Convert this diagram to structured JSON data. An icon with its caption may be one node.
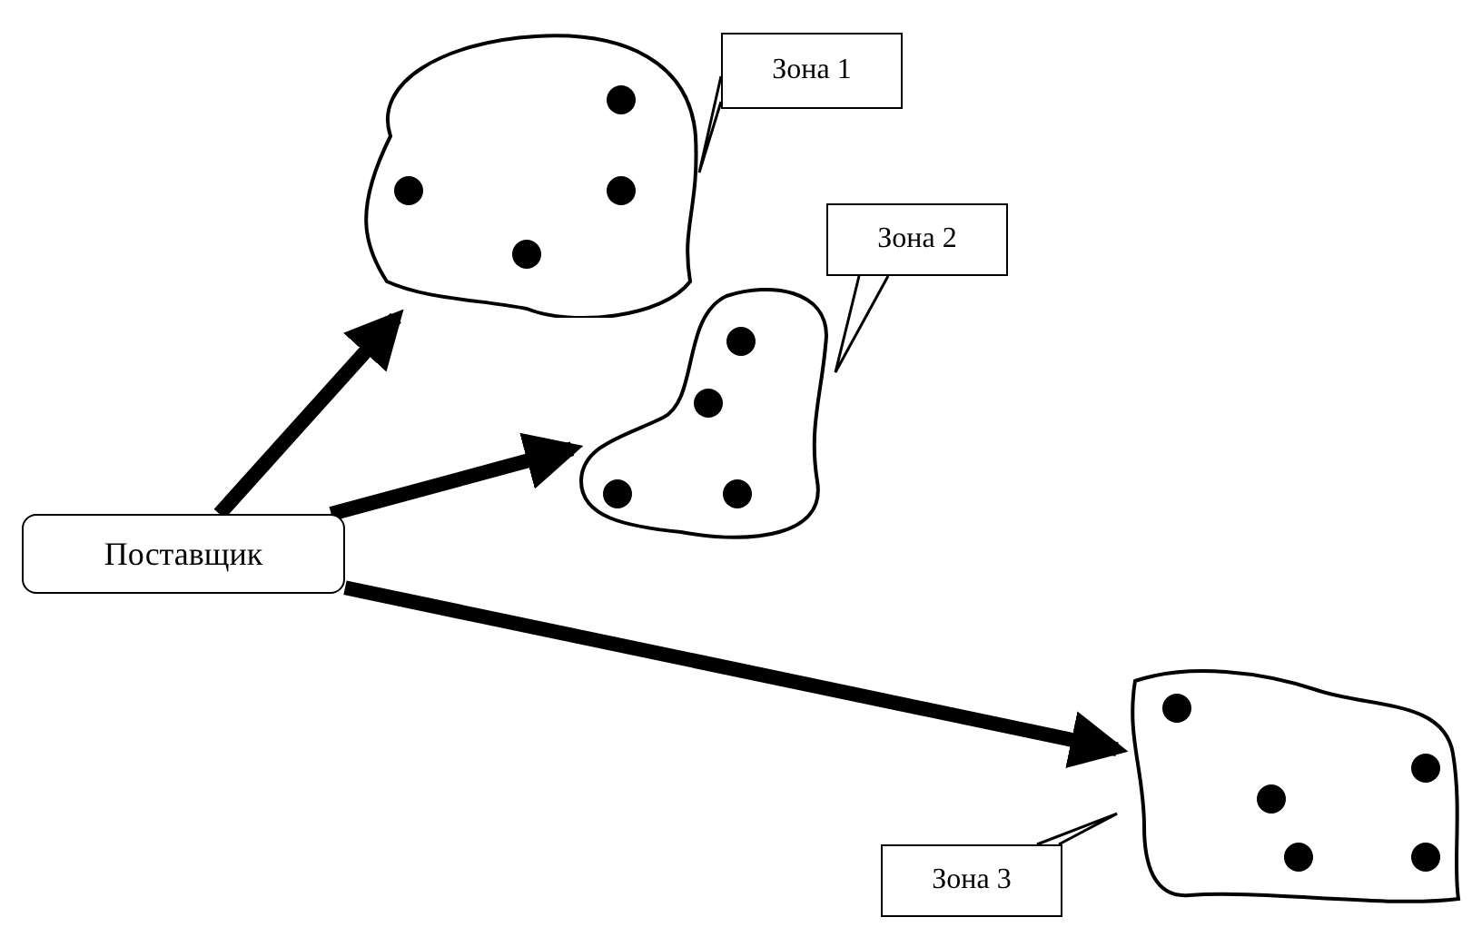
{
  "diagram": {
    "nodes": [
      {
        "text": [
          "Поставщик"
        ]
      },
      {
        "text": [],
        "shape": "cloud"
      },
      {
        "text": [],
        "shape": "cloud"
      },
      {
        "text": [],
        "shape": "cloud"
      },
      {
        "text": [
          "Зона 1"
        ]
      },
      {
        "text": [
          "Зона 2"
        ]
      },
      {
        "text": [
          "Зона 3"
        ]
      }
    ],
    "edges": [
      {
        "from": 0,
        "to": 1,
        "arrow": "to",
        "style": "thick"
      },
      {
        "from": 0,
        "to": 2,
        "arrow": "to",
        "style": "thick"
      },
      {
        "from": 0,
        "to": 3,
        "arrow": "to",
        "style": "thick"
      },
      {
        "from": 4,
        "to": 1,
        "arrow": "none"
      },
      {
        "from": 5,
        "to": 2,
        "arrow": "none"
      },
      {
        "from": 6,
        "to": 3,
        "arrow": "none"
      }
    ]
  }
}
